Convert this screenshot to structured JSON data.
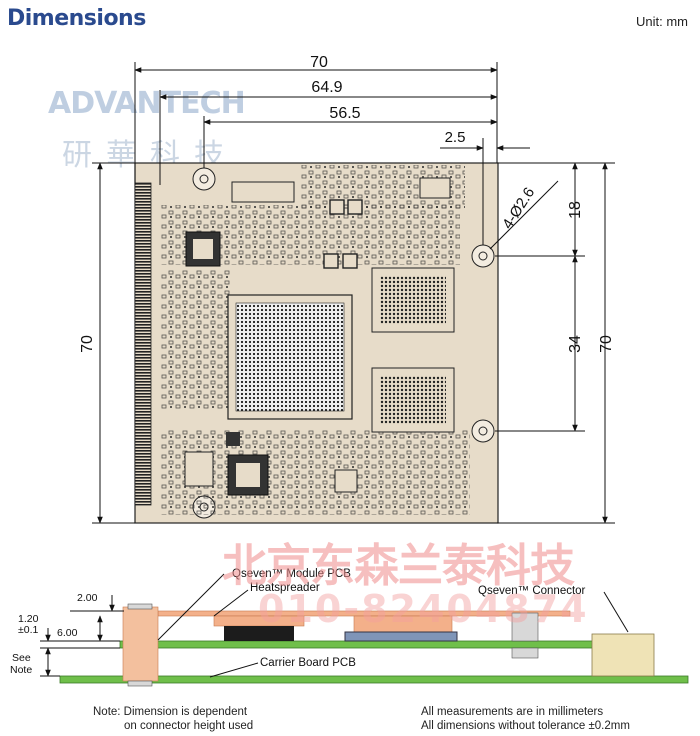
{
  "header": {
    "title": "Dimensions",
    "unit": "Unit: mm"
  },
  "logo": {
    "brand": "ADVANTECH",
    "chinese": "研華科技"
  },
  "watermark": {
    "company": "北京东森兰泰科技",
    "phone": "010-82404874"
  },
  "top_view": {
    "dim_overall_width": "70",
    "dim_width_2": "64.9",
    "dim_width_3": "56.5",
    "dim_edge_offset": "2.5",
    "dim_hole": "4-Ø2.6",
    "dim_hole_top": "18",
    "dim_hole_spacing": "34",
    "dim_height_right": "70",
    "dim_height_left": "70"
  },
  "side_view": {
    "module_pcb_label": "Qseven™ Module PCB",
    "heatspreader_label": "Heatspreader",
    "connector_label": "Qseven™ Connector",
    "carrier_label": "Carrier Board PCB",
    "dim_2": "2.00",
    "dim_1_20": "1.20",
    "dim_tol": "±0.1",
    "dim_6": "6.00",
    "see": "See",
    "note_word": "Note"
  },
  "notes": {
    "left_line1": "Note: Dimension is dependent",
    "left_line2": "on connector height used",
    "right_line1": "All measurements are in millimeters",
    "right_line2": "All dimensions without tolerance ±0.2mm"
  }
}
